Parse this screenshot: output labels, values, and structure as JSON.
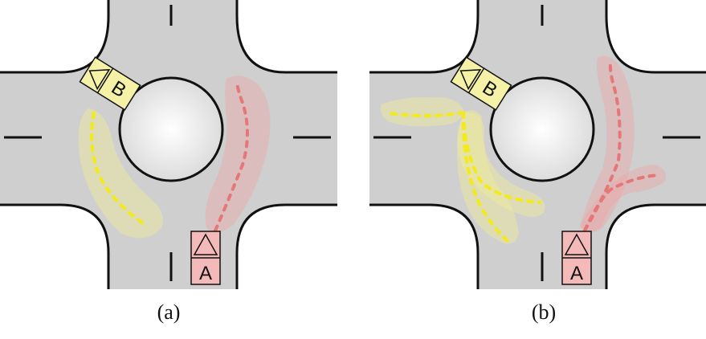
{
  "panels": [
    {
      "caption": "(a)",
      "vehicle_a_label": "A",
      "vehicle_b_label": "B"
    },
    {
      "caption": "(b)",
      "vehicle_a_label": "A",
      "vehicle_b_label": "B"
    }
  ],
  "colors": {
    "road": "#cfcfcf",
    "edge": "#111111",
    "island": "#e9e9e9",
    "vehicle_a_fill": "#f4b9b9",
    "vehicle_b_fill": "#f5f1a6",
    "path_a": "#e57777",
    "path_b": "#f2ea1a",
    "zone_a": "rgba(240,160,160,0.38)",
    "zone_b": "rgba(240,235,150,0.45)"
  }
}
